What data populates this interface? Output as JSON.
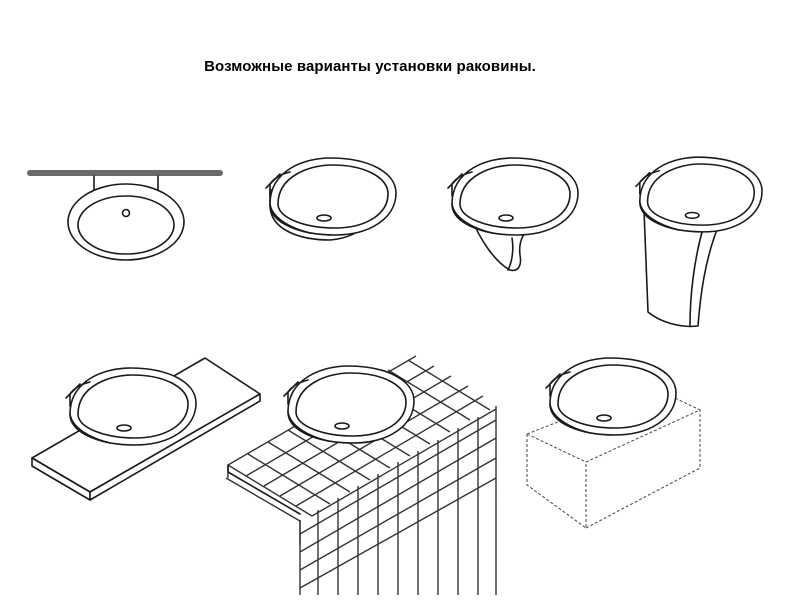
{
  "page": {
    "title": "Возможные варианты установки раковины."
  },
  "diagram": {
    "variants": [
      {
        "id": "wall-bracket",
        "icon": "wall-mounted-basin-front-view"
      },
      {
        "id": "wall-hung",
        "icon": "wall-hung-basin"
      },
      {
        "id": "semi-pedestal",
        "icon": "basin-with-semi-pedestal"
      },
      {
        "id": "full-pedestal",
        "icon": "basin-with-pedestal"
      },
      {
        "id": "countertop",
        "icon": "basin-on-countertop"
      },
      {
        "id": "tiled-base",
        "icon": "basin-on-tiled-base"
      },
      {
        "id": "cabinet",
        "icon": "basin-on-cabinet"
      }
    ]
  }
}
